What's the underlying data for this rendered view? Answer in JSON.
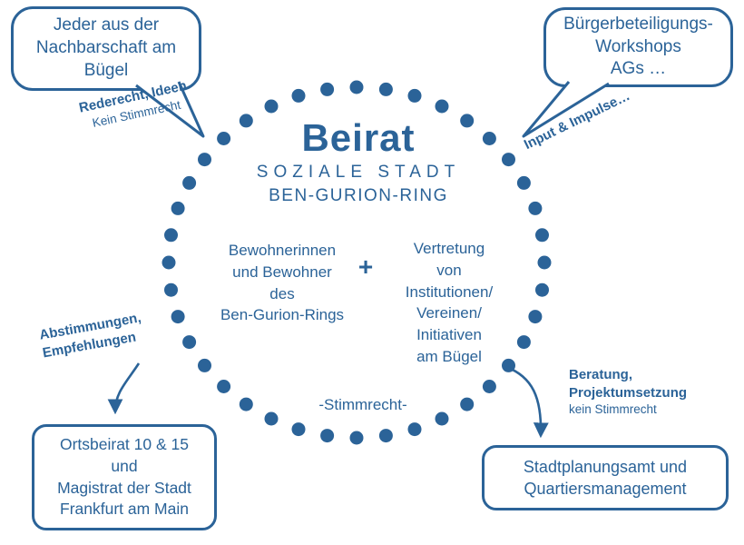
{
  "colors": {
    "blue": "#2b6398"
  },
  "circle": {
    "title": "Beirat",
    "subtitle_line1": "SOZIALE STADT",
    "subtitle_line2": "BEN-GURION-RING",
    "left_group": "Bewohnerinnen\nund Bewohner\ndes\nBen-Gurion-Rings",
    "plus_sign": "+",
    "right_group": "Vertretung\nvon\nInstitutionen/\nVereinen/\nInitiativen\nam Bügel",
    "voting_note": "-Stimmrecht-"
  },
  "speech_bubbles": {
    "top_left": "Jeder aus der\nNachbarschaft am\nBügel",
    "top_right": "Bürgerbeteiligungs-\nWorkshops\nAGs …"
  },
  "annotations": {
    "top_left_bold": "Rederecht, Ideen",
    "top_left_plain": "Kein Stimmrecht",
    "top_right_bold": "Input & Impulse…",
    "bottom_left_bold": "Abstimmungen,\nEmpfehlungen",
    "bottom_right_bold": "Beratung,\nProjektumsetzung",
    "bottom_right_plain": "kein Stimmrecht"
  },
  "boxes": {
    "bottom_left": "Ortsbeirat 10 & 15\nund\nMagistrat der Stadt\nFrankfurt am Main",
    "bottom_right": "Stadtplanungsamt und\nQuartiersmanagement"
  }
}
